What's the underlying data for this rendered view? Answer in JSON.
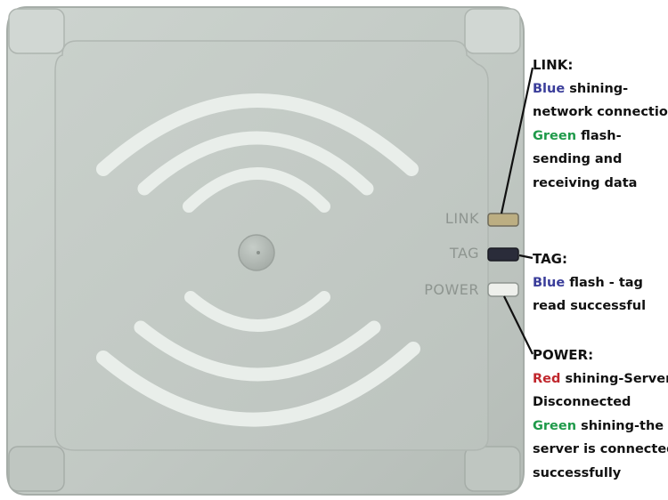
{
  "device": {
    "indicator_labels": {
      "link": "LINK",
      "tag": "TAG",
      "power": "POWER"
    }
  },
  "colors": {
    "blue": "#3a3d9a",
    "green": "#1f9a4a",
    "red": "#c0272d",
    "housing": "#c3cbc5",
    "housing_edge": "#a7afaa"
  },
  "callouts": {
    "link": {
      "title": "LINK:",
      "blue_word": "Blue",
      "blue_text_1": " shining-",
      "blue_text_2": "network connection",
      "green_word": "Green",
      "green_text_1": " flash-",
      "green_text_2": "sending and",
      "green_text_3": "receiving data"
    },
    "tag": {
      "title": "TAG:",
      "blue_word": "Blue",
      "blue_text_1": " flash - tag",
      "blue_text_2": "read successful"
    },
    "power": {
      "title": "POWER:",
      "red_word": "Red",
      "red_text_1": " shining-Server",
      "red_text_2": "Disconnected",
      "green_word": "Green",
      "green_text_1": " shining-the",
      "green_text_2": "server is connected",
      "green_text_3": "successfully"
    }
  }
}
